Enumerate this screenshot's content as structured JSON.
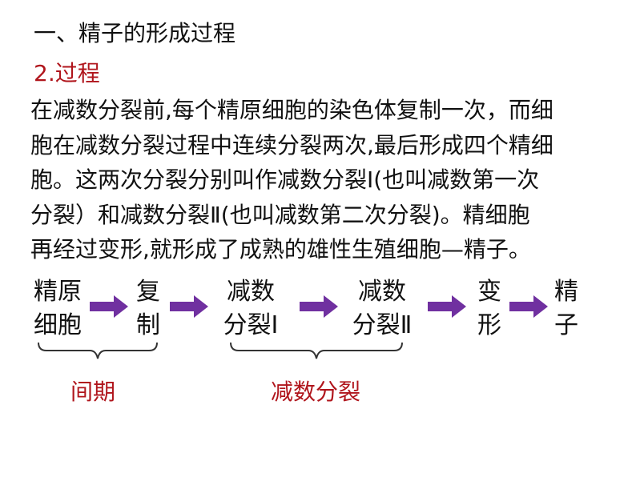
{
  "heading": "一、精子的形成过程",
  "subheading": "2.过程",
  "paragraph_lines": [
    "在减数分裂前,每个精原细胞的染色体复制一次，而细",
    "胞在减数分裂过程中连续分裂两次,最后形成四个精细",
    "胞。这两次分裂分别叫作减数分裂Ⅰ(也叫减数第一次",
    "分裂）和减数分裂Ⅱ(也叫减数第二次分裂)。精细胞",
    "再经过变形,就形成了成熟的雄性生殖细胞—精子。"
  ],
  "flow": {
    "nodes": [
      {
        "line1": "精原",
        "line2": "细胞"
      },
      {
        "line1": "复",
        "line2": "制"
      },
      {
        "line1": "减数",
        "line2": "分裂Ⅰ"
      },
      {
        "line1": "减数",
        "line2": "分裂Ⅱ"
      },
      {
        "line1": "变",
        "line2": "形"
      },
      {
        "line1": "精",
        "line2": "子"
      }
    ],
    "arrow_color": "#7030a0",
    "phases": [
      {
        "label": "间期"
      },
      {
        "label": "减数分裂"
      }
    ]
  },
  "colors": {
    "accent": "#b0151c",
    "text": "#111111"
  }
}
